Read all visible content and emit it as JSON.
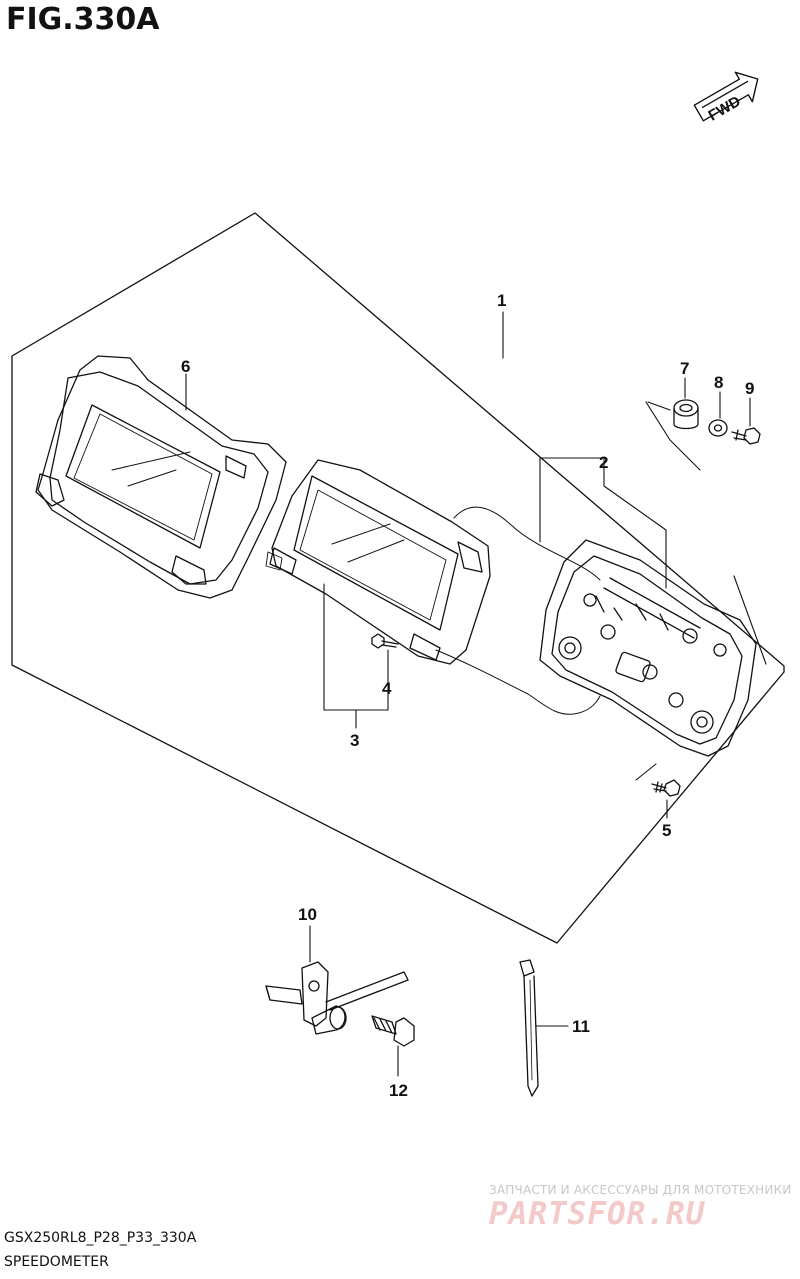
{
  "figure": {
    "title": "FIG.330A",
    "fwd_label": "FWD"
  },
  "callouts": [
    {
      "id": "1",
      "label": "1"
    },
    {
      "id": "2",
      "label": "2"
    },
    {
      "id": "3",
      "label": "3"
    },
    {
      "id": "4",
      "label": "4"
    },
    {
      "id": "5",
      "label": "5"
    },
    {
      "id": "6",
      "label": "6"
    },
    {
      "id": "7",
      "label": "7"
    },
    {
      "id": "8",
      "label": "8"
    },
    {
      "id": "9",
      "label": "9"
    },
    {
      "id": "10",
      "label": "10"
    },
    {
      "id": "11",
      "label": "11"
    },
    {
      "id": "12",
      "label": "12"
    }
  ],
  "footer": {
    "code": "GSX250RL8_P28_P33_330A",
    "name": "SPEEDOMETER"
  },
  "watermark": {
    "tagline": "ЗАПЧАСТИ И АКСЕССУАРЫ ДЛЯ МОТОТЕХНИКИ",
    "brand": "PARTSFOR.RU"
  },
  "colors": {
    "ink": "#111111",
    "watermark_text": "#c7c7c7",
    "watermark_logo": "#f3c9c9"
  }
}
